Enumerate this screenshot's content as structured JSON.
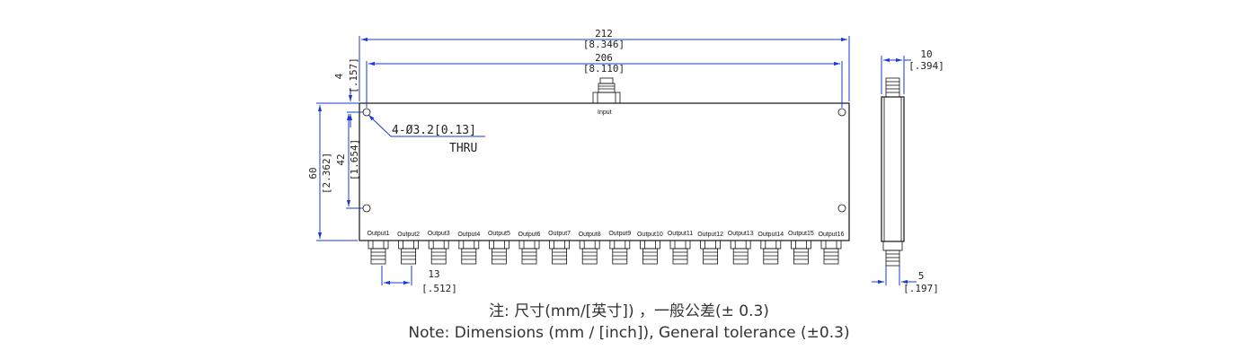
{
  "drawing": {
    "overall_length": {
      "mm": "212",
      "inch": "[8.346]"
    },
    "hole_spacing_length": {
      "mm": "206",
      "inch": "[8.110]"
    },
    "hole_offset_top": {
      "mm": "4",
      "inch": "[.157]"
    },
    "body_height": {
      "mm": "60",
      "inch": "[2.362]"
    },
    "hole_spacing_height": {
      "mm": "42",
      "inch": "[1.654]"
    },
    "port_pitch": {
      "mm": "13",
      "inch": "[.512]"
    },
    "hole_callout": "4-Ø3.2[0.13]",
    "hole_callout_note": "THRU",
    "input_label": "Input",
    "output_labels": [
      "Output1",
      "Output2",
      "Output3",
      "Output4",
      "Output5",
      "Output6",
      "Output7",
      "Output8",
      "Output9",
      "Output10",
      "Output11",
      "Output12",
      "Output13",
      "Output14",
      "Output15",
      "Output16"
    ],
    "side_thickness": {
      "mm": "10",
      "inch": "[.394]"
    },
    "side_offset": {
      "mm": "5",
      "inch": "[.197]"
    },
    "accent_color": "#1a3ad8"
  },
  "notes": {
    "cn": "注: 尺寸(mm/[英寸]) ，一般公差(± 0.3)",
    "en": "Note: Dimensions (mm / [inch]), General tolerance (±0.3)"
  }
}
